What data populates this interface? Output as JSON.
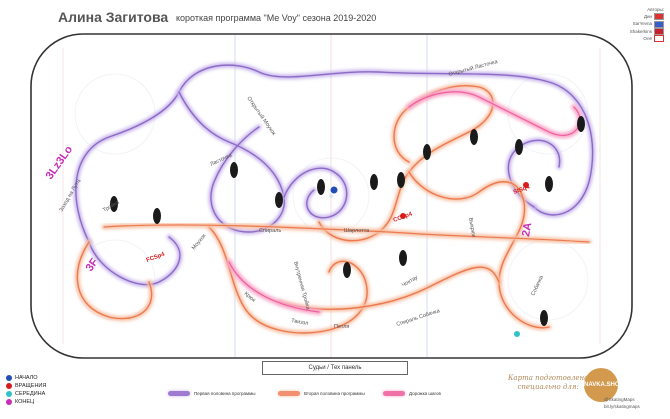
{
  "header": {
    "title": "Алина Загитова",
    "subtitle": "короткая программа \"Me Voy\" сезона 2019-2020"
  },
  "credits": {
    "lines": [
      "Авторы:",
      "Дин",
      "SarYevna",
      "Shakerkins",
      "Олё"
    ],
    "flag_colors": [
      "#d33",
      "#3a5dc9",
      "#c8202f",
      "#d33"
    ]
  },
  "rink": {
    "bottom_label": "Судьи / Тех панель"
  },
  "legend": {
    "markers": [
      {
        "label": "НАЧАЛО",
        "color": "#1f4fb5"
      },
      {
        "label": "ВРАЩЕНИЯ",
        "color": "#d81b1b"
      },
      {
        "label": "СЕРЕДИНА",
        "color": "#2fc3c8"
      },
      {
        "label": "КОНЕЦ",
        "color": "#c62eb5"
      }
    ],
    "lines": [
      {
        "label": "Первая половина программы",
        "color": "#9e7ad1"
      },
      {
        "label": "Вторая половина программы",
        "color": "#f29070"
      },
      {
        "label": "Дорожка шагов",
        "color": "#f070a8"
      }
    ]
  },
  "footer": {
    "note_line1": "Карта подготовлена",
    "note_line2": "специально для:",
    "brand": "NAVKA.SHOW",
    "social_1": "@SkatingMaps",
    "social_2": "bit.ly/skatingmaps"
  },
  "elements": [
    {
      "label": "3Lz3Lo",
      "color": "#c62eb5"
    },
    {
      "label": "3F",
      "color": "#c62eb5"
    },
    {
      "label": "2A",
      "color": "#c62eb5"
    },
    {
      "label": "FCSp4",
      "color": "#d81b1b"
    },
    {
      "label": "CCSp4",
      "color": "#d81b1b"
    },
    {
      "label": "StSq4",
      "color": "#c62eb5"
    }
  ],
  "path_labels": [
    "Шарлотта",
    "Спираль",
    "Спираль Собачка",
    "Собачка",
    "Тройка",
    "Петля",
    "Твиззл",
    "Крюк",
    "Выкрюк",
    "Ласточка",
    "Открытый Ласточка",
    "Заход на Лутц",
    "Внутренняя Тройка",
    "Чоктау",
    "Моухок",
    "Открытый Моухок"
  ]
}
